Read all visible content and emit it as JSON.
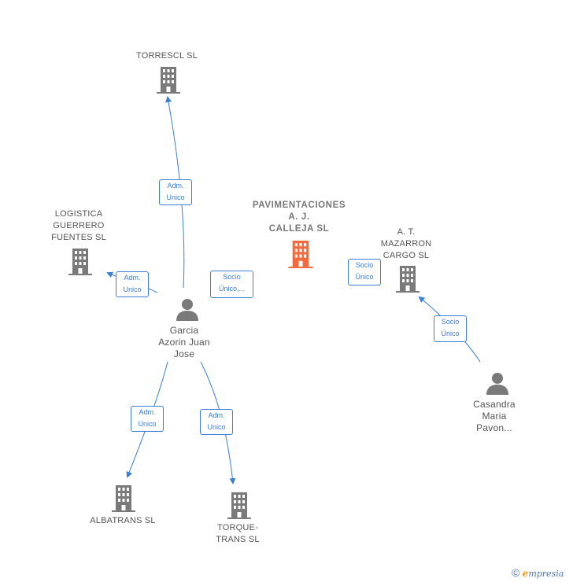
{
  "nodes": {
    "torrescl": "TORRESCL SL",
    "logistica_1": "LOGISTICA",
    "logistica_2": "GUERRERO",
    "logistica_3": "FUENTES SL",
    "main_1": "PAVIMENTACIONES",
    "main_2": "A. J.",
    "main_3": "CALLEJA SL",
    "mazarron_1": "A.  T.",
    "mazarron_2": "MAZARRON",
    "mazarron_3": "CARGO SL",
    "garcia_1": "Garcia",
    "garcia_2": "Azorin Juan",
    "garcia_3": "Jose",
    "casandra_1": "Casandra",
    "casandra_2": "Maria",
    "casandra_3": "Pavon...",
    "albatrans": "ALBATRANS SL",
    "torque_1": "TORQUE-",
    "torque_2": "TRANS SL"
  },
  "edges": {
    "torrescl": [
      "Adm.",
      "Unico"
    ],
    "logistica": [
      "Adm.",
      "Unico"
    ],
    "main": [
      "Socio",
      "Único,..."
    ],
    "mazarron_socio": [
      "Socio",
      "Único"
    ],
    "casandra": [
      "Socio",
      "Único"
    ],
    "albatrans": [
      "Adm.",
      "Unico"
    ],
    "torque": [
      "Adm.",
      "Unico"
    ]
  },
  "credit": {
    "symbol": "©",
    "brand_initial": "e",
    "brand_rest": "mpresia"
  },
  "colors": {
    "company": "#7a7a7a",
    "main_company": "#f26a3d",
    "person": "#7a7a7a",
    "edge": "#3b7fd6"
  }
}
